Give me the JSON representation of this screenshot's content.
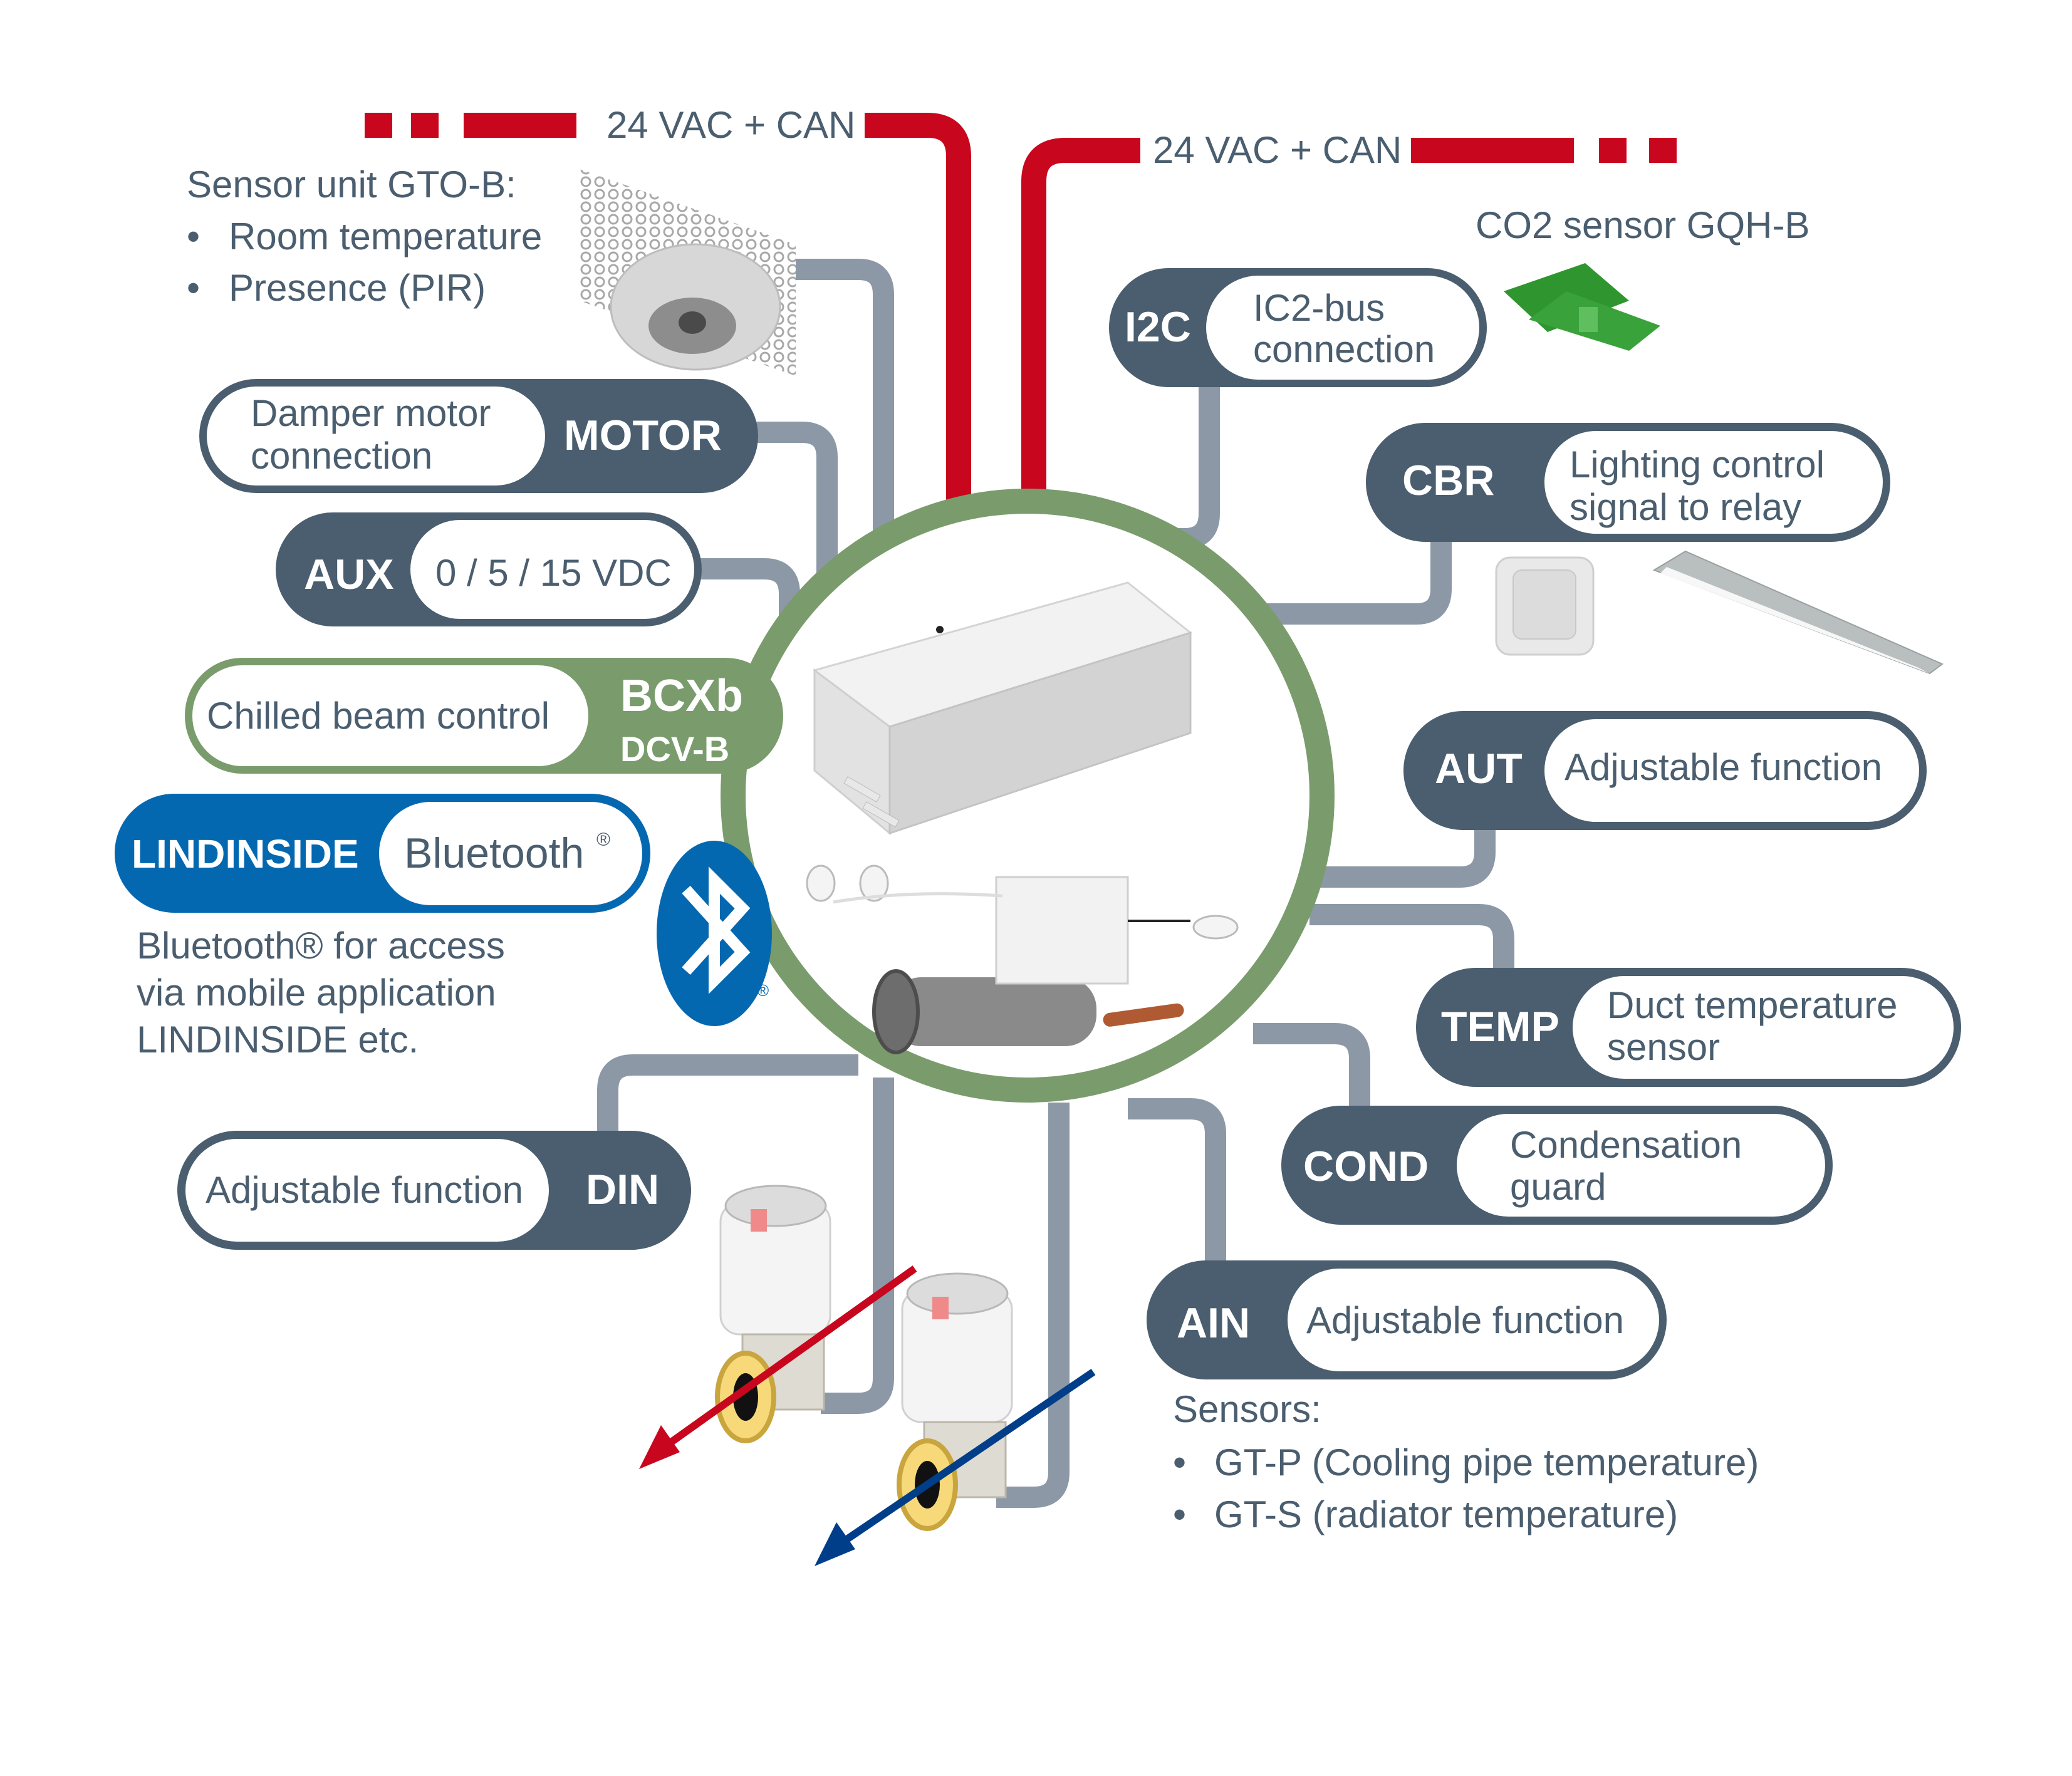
{
  "colors": {
    "slate": "#4a5e6f",
    "wire": "#8c98a5",
    "power": "#c8061d",
    "green": "#7a9c6c",
    "blue": "#0468b1",
    "hot_arrow": "#c8061d",
    "cold_arrow": "#003e8a",
    "background": "#ffffff"
  },
  "power": {
    "left_label": "24 VAC + CAN",
    "right_label": "24 VAC + CAN"
  },
  "sensor_unit": {
    "title": "Sensor unit GTO-B:",
    "items": [
      "Room temperature",
      "Presence (PIR)"
    ]
  },
  "co2": {
    "title": "CO2 sensor GQH-B"
  },
  "center": {
    "tag": "BCXb",
    "subtag": "DCV-B",
    "description": "Chilled beam control"
  },
  "bluetooth": {
    "tag": "LINDINSIDE",
    "label": "Bluetooth",
    "reg": "®",
    "note_lines": [
      "Bluetooth® for access",
      "via mobile application",
      "LINDINSIDE etc."
    ]
  },
  "connections": {
    "motor": {
      "tag": "MOTOR",
      "lines": [
        "Damper motor",
        "connection"
      ]
    },
    "aux": {
      "tag": "AUX",
      "lines": [
        "0 / 5 / 15 VDC"
      ]
    },
    "din": {
      "tag": "DIN",
      "lines": [
        "Adjustable function"
      ]
    },
    "i2c": {
      "tag": "I2C",
      "lines": [
        "IC2-bus",
        "connection"
      ]
    },
    "cbr": {
      "tag": "CBR",
      "lines": [
        "Lighting control",
        "signal to relay"
      ]
    },
    "aut": {
      "tag": "AUT",
      "lines": [
        "Adjustable function"
      ]
    },
    "temp": {
      "tag": "TEMP",
      "lines": [
        "Duct temperature",
        "sensor"
      ]
    },
    "cond": {
      "tag": "COND",
      "lines": [
        "Condensation",
        "guard"
      ]
    },
    "ain": {
      "tag": "AIN",
      "lines": [
        "Adjustable function"
      ]
    }
  },
  "ain_sensors": {
    "title": "Sensors:",
    "items": [
      "GT-P (Cooling pipe temperature)",
      "GT-S (radiator temperature)"
    ]
  }
}
